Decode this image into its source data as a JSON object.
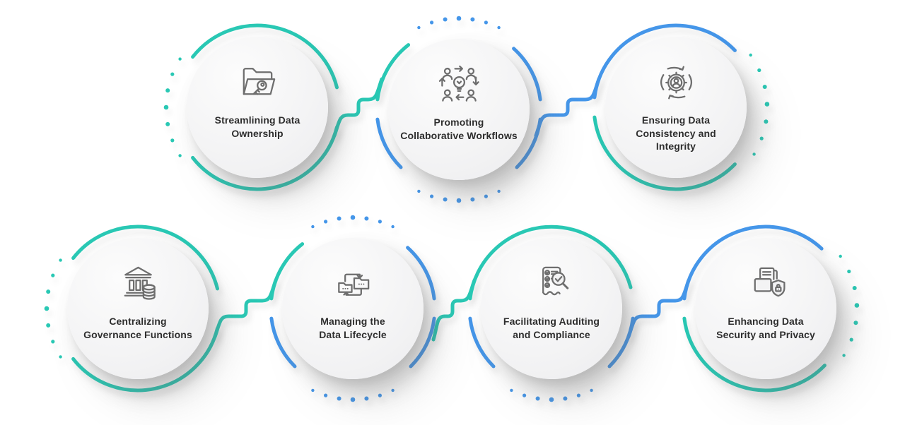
{
  "colors": {
    "teal": "#29C8B4",
    "blue": "#4596E9",
    "icon_stroke": "#6E6E6E",
    "label_text": "#2E2E2E",
    "circle_fill": "#F3F3F4"
  },
  "nodes": [
    {
      "icon": "folder-key-icon",
      "label": "Streamlining Data Ownership",
      "lines": [
        "Streamlining Data",
        "Ownership"
      ]
    },
    {
      "icon": "collaboration-people-idea-icon",
      "label": "Promoting Collaborative Workflows",
      "lines": [
        "Promoting",
        "Collaborative Workflows"
      ]
    },
    {
      "icon": "gear-user-sync-icon",
      "label": "Ensuring Data Consistency and Integrity",
      "lines": [
        "Ensuring Data",
        "Consistency and",
        "Integrity"
      ]
    },
    {
      "icon": "bank-database-icon",
      "label": "Centralizing Governance Functions",
      "lines": [
        "Centralizing",
        "Governance Functions"
      ]
    },
    {
      "icon": "folder-cycle-icon",
      "label": "Managing the Data Lifecycle",
      "lines": [
        "Managing the",
        "Data Lifecycle"
      ]
    },
    {
      "icon": "audit-checklist-magnifier-icon",
      "label": "Facilitating Auditing and Compliance",
      "lines": [
        "Facilitating Auditing",
        "and Compliance"
      ]
    },
    {
      "icon": "document-shield-lock-icon",
      "label": "Enhancing Data Security and Privacy",
      "lines": [
        "Enhancing Data",
        "Security and Privacy"
      ]
    }
  ]
}
